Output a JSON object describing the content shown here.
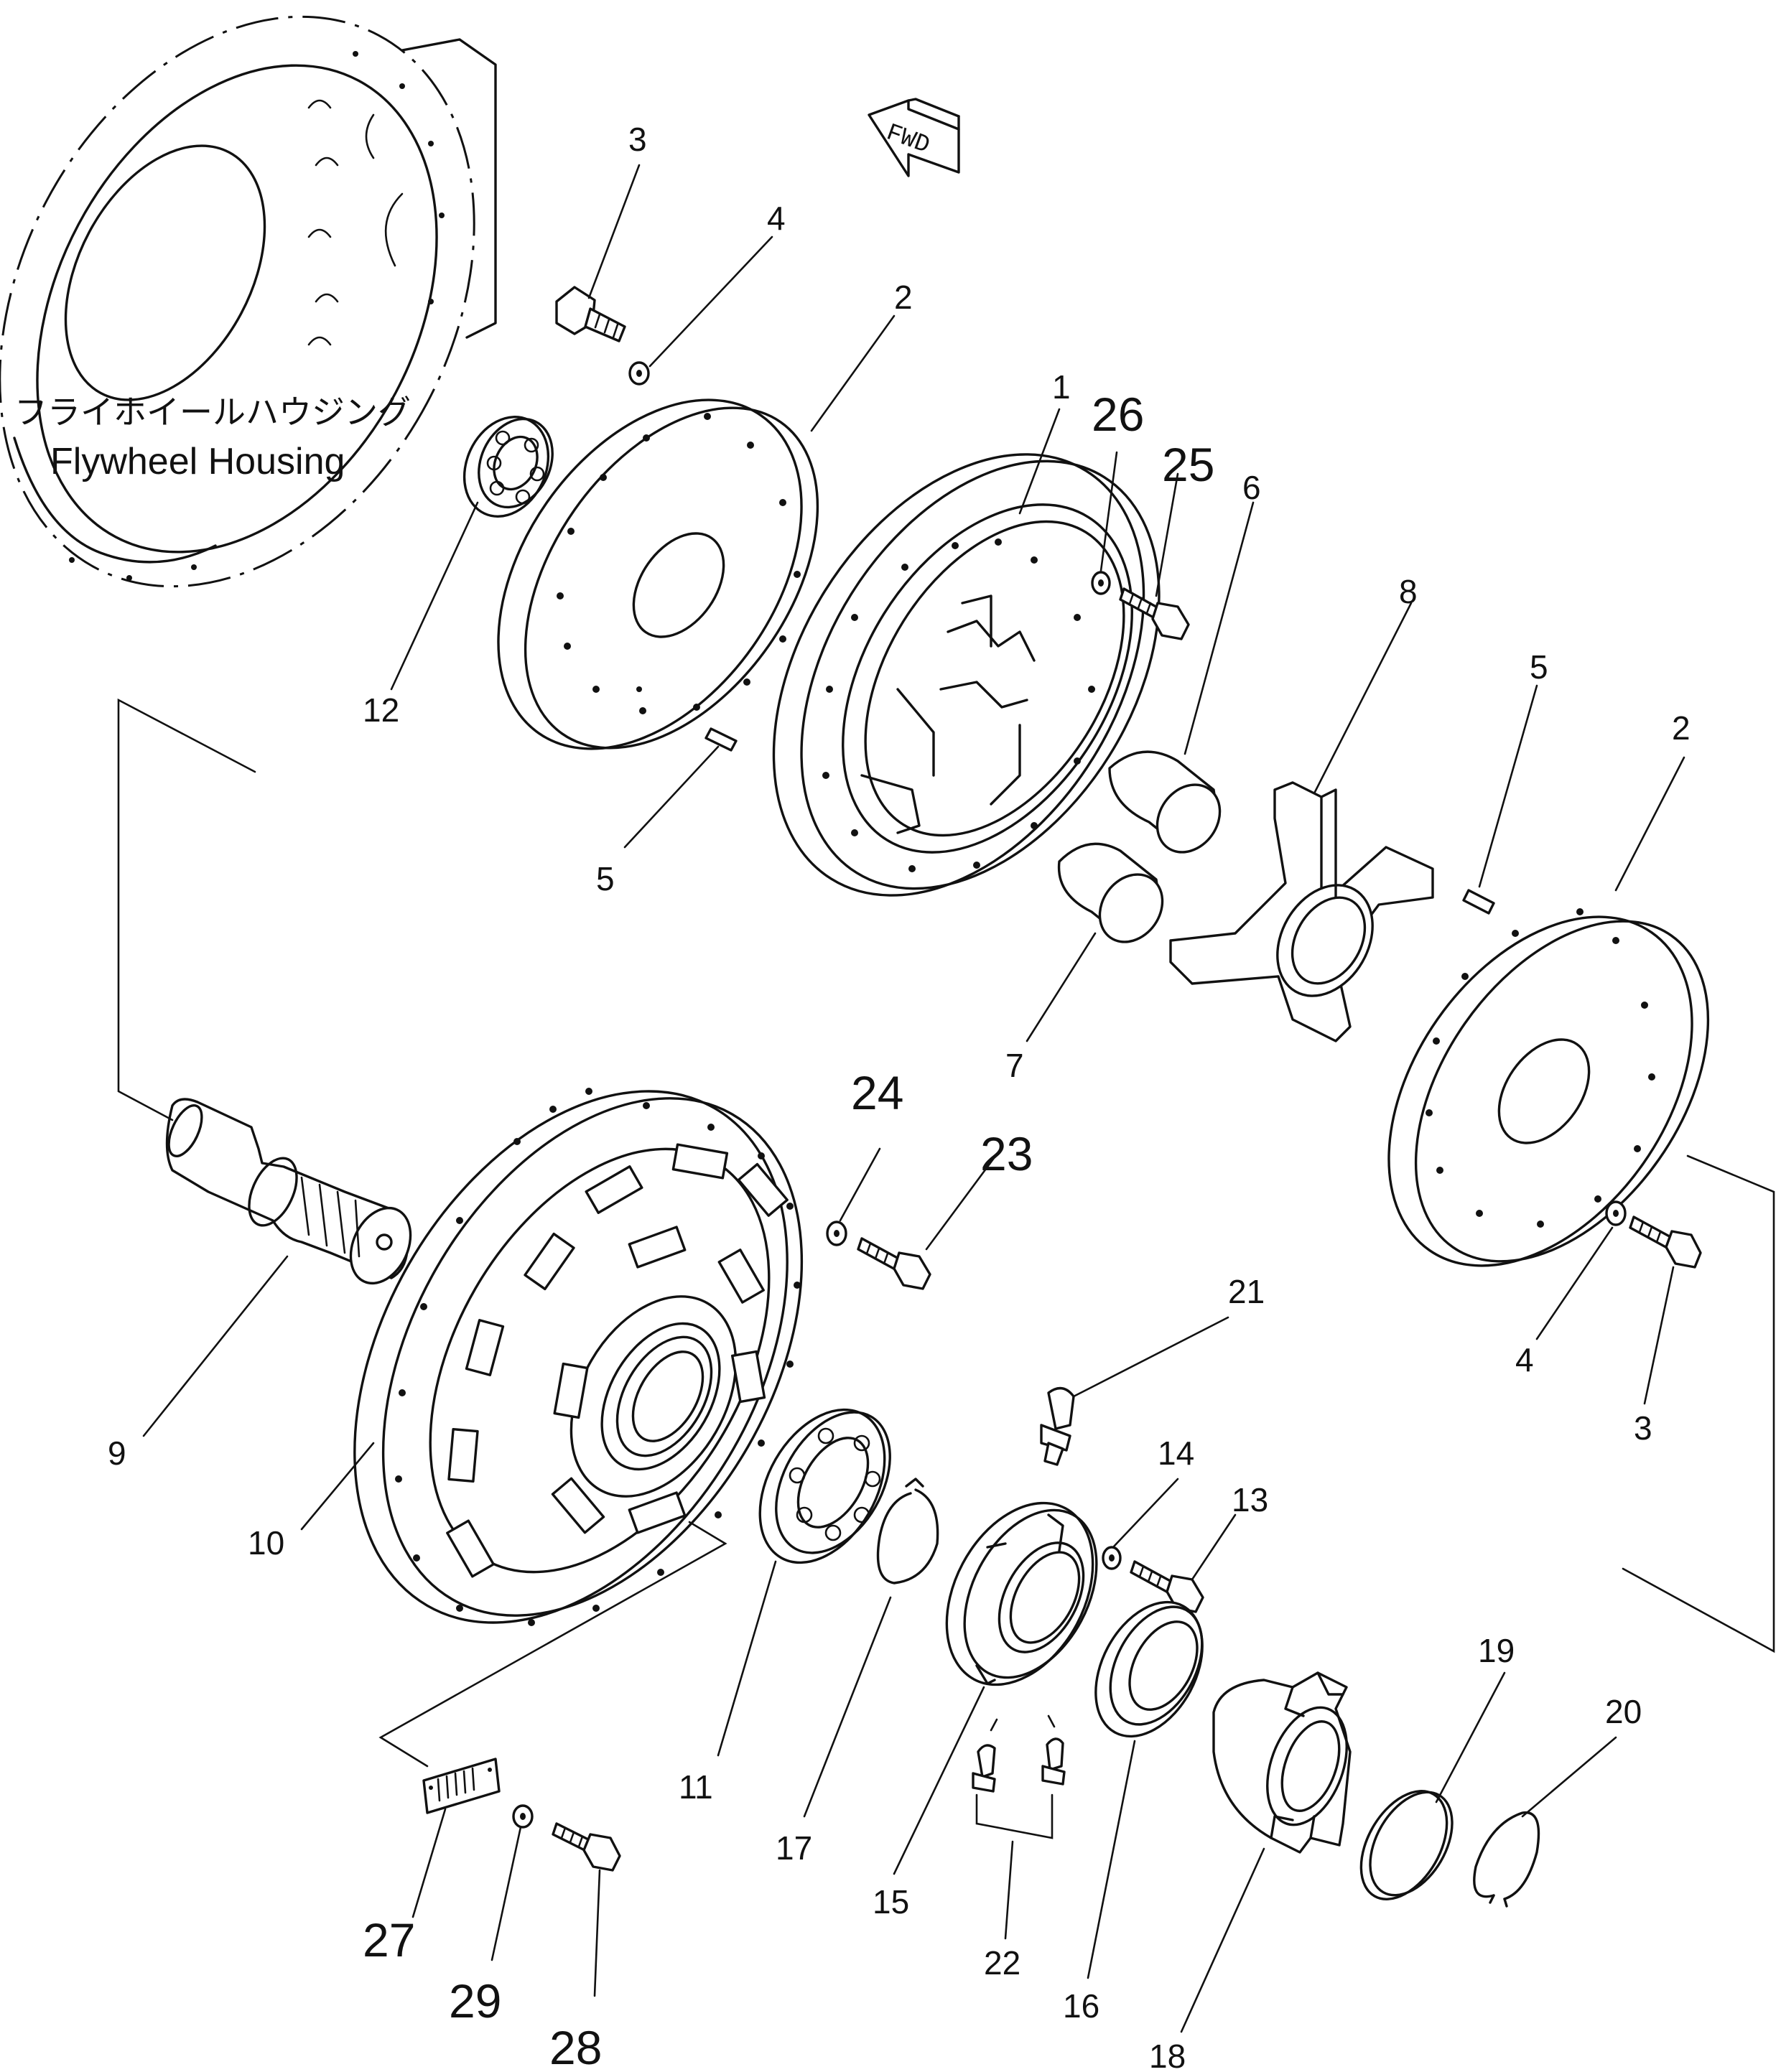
{
  "housing": {
    "label_jp": "フライホイールハウジング",
    "label_en": "Flywheel Housing"
  },
  "fwd_label": "FWD",
  "callouts": [
    {
      "id": "c3a",
      "text": "3"
    },
    {
      "id": "c4a",
      "text": "4"
    },
    {
      "id": "c2a",
      "text": "2"
    },
    {
      "id": "c1",
      "text": "1"
    },
    {
      "id": "c26",
      "text": "26"
    },
    {
      "id": "c25",
      "text": "25"
    },
    {
      "id": "c6",
      "text": "6"
    },
    {
      "id": "c8",
      "text": "8"
    },
    {
      "id": "c5b",
      "text": "5"
    },
    {
      "id": "c2b",
      "text": "2"
    },
    {
      "id": "c12",
      "text": "12"
    },
    {
      "id": "c5a",
      "text": "5"
    },
    {
      "id": "c7",
      "text": "7"
    },
    {
      "id": "c24",
      "text": "24"
    },
    {
      "id": "c23",
      "text": "23"
    },
    {
      "id": "c21",
      "text": "21"
    },
    {
      "id": "c4b",
      "text": "4"
    },
    {
      "id": "c3b",
      "text": "3"
    },
    {
      "id": "c9",
      "text": "9"
    },
    {
      "id": "c10",
      "text": "10"
    },
    {
      "id": "c14",
      "text": "14"
    },
    {
      "id": "c13",
      "text": "13"
    },
    {
      "id": "c11",
      "text": "11"
    },
    {
      "id": "c17",
      "text": "17"
    },
    {
      "id": "c15",
      "text": "15"
    },
    {
      "id": "c19",
      "text": "19"
    },
    {
      "id": "c20",
      "text": "20"
    },
    {
      "id": "c22",
      "text": "22"
    },
    {
      "id": "c16",
      "text": "16"
    },
    {
      "id": "c18",
      "text": "18"
    },
    {
      "id": "c27",
      "text": "27"
    },
    {
      "id": "c29",
      "text": "29"
    },
    {
      "id": "c28",
      "text": "28"
    }
  ]
}
